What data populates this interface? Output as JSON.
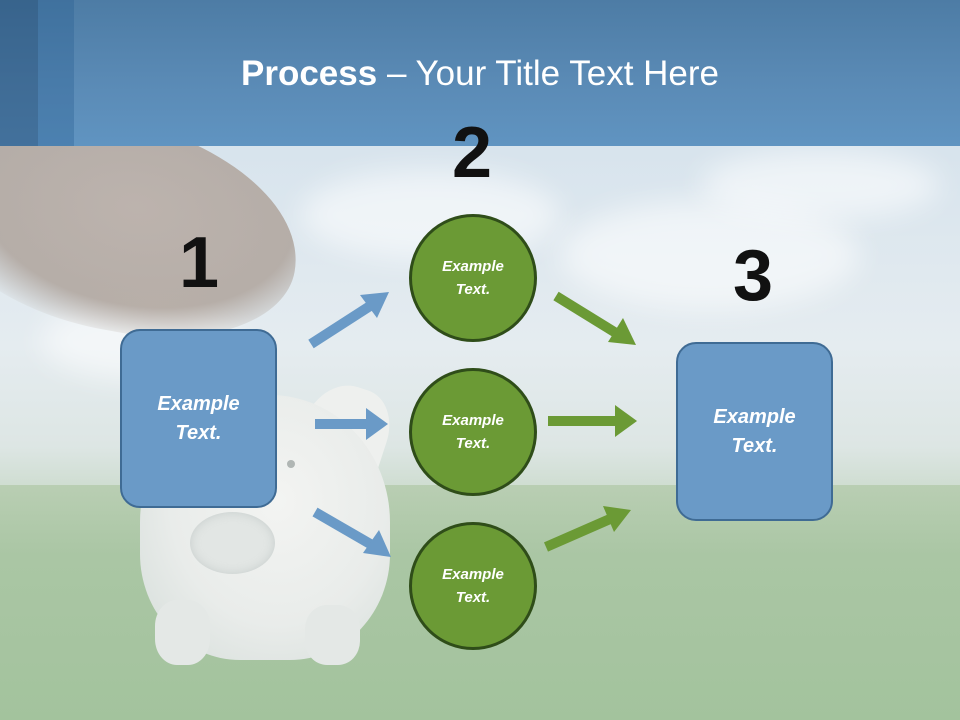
{
  "slide": {
    "title_bold": "Process",
    "title_rest": " – Your Title Text Here"
  },
  "steps": {
    "step1_number": "1",
    "step2_number": "2",
    "step3_number": "3"
  },
  "nodes": {
    "start_box": "Example\nText.",
    "circle_top": "Example\nText.",
    "circle_middle": "Example\nText.",
    "circle_bottom": "Example\nText.",
    "end_box": "Example\nText."
  },
  "colors": {
    "header": "#5a8ab5",
    "box_fill": "#6a9ac7",
    "circle_fill": "#6b9a35",
    "blue_arrow": "#6a9ac7",
    "green_arrow": "#6b9a35"
  }
}
